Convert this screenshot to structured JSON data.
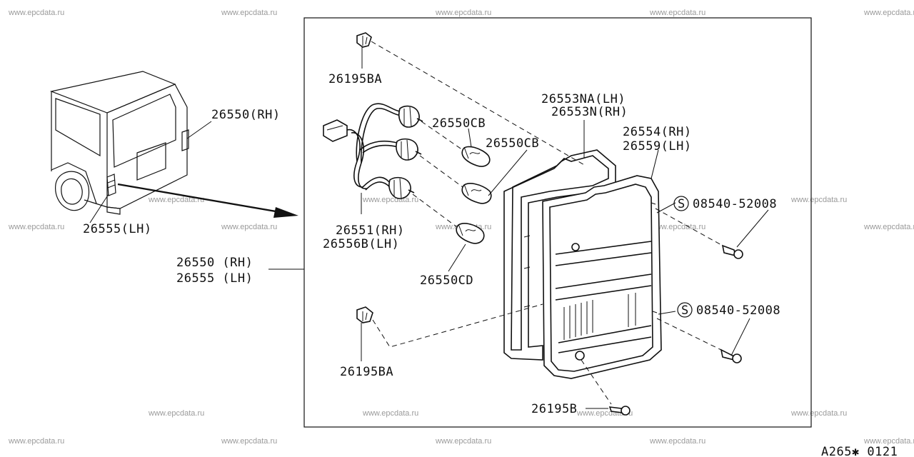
{
  "watermark": "www.epcdata.ru",
  "diagram_code": "A265✱ 0121",
  "labels": {
    "l26550rh_top": "26550(RH)",
    "l26555lh_left": "26555(LH)",
    "l26550rh_group": "26550 (RH)",
    "l26555lh_group": "26555 (LH)",
    "l26195ba_top": "26195BA",
    "l26195ba_bottom": "26195BA",
    "l26550cb_a": "26550CB",
    "l26550cb_b": "26550CB",
    "l26550cd": "26550CD",
    "l26551rh": "26551(RH)",
    "l26556blh": "26556B(LH)",
    "l26553nalh": "26553NA(LH)",
    "l26553nrh": "26553N(RH)",
    "l26554rh": "26554(RH)",
    "l26559lh": "26559(LH)",
    "l_screw_top": "08540-52008",
    "l_screw_bottom": "08540-52008",
    "l26195b": "26195B"
  },
  "symbols": {
    "s_top": "S",
    "s_bottom": "S"
  }
}
